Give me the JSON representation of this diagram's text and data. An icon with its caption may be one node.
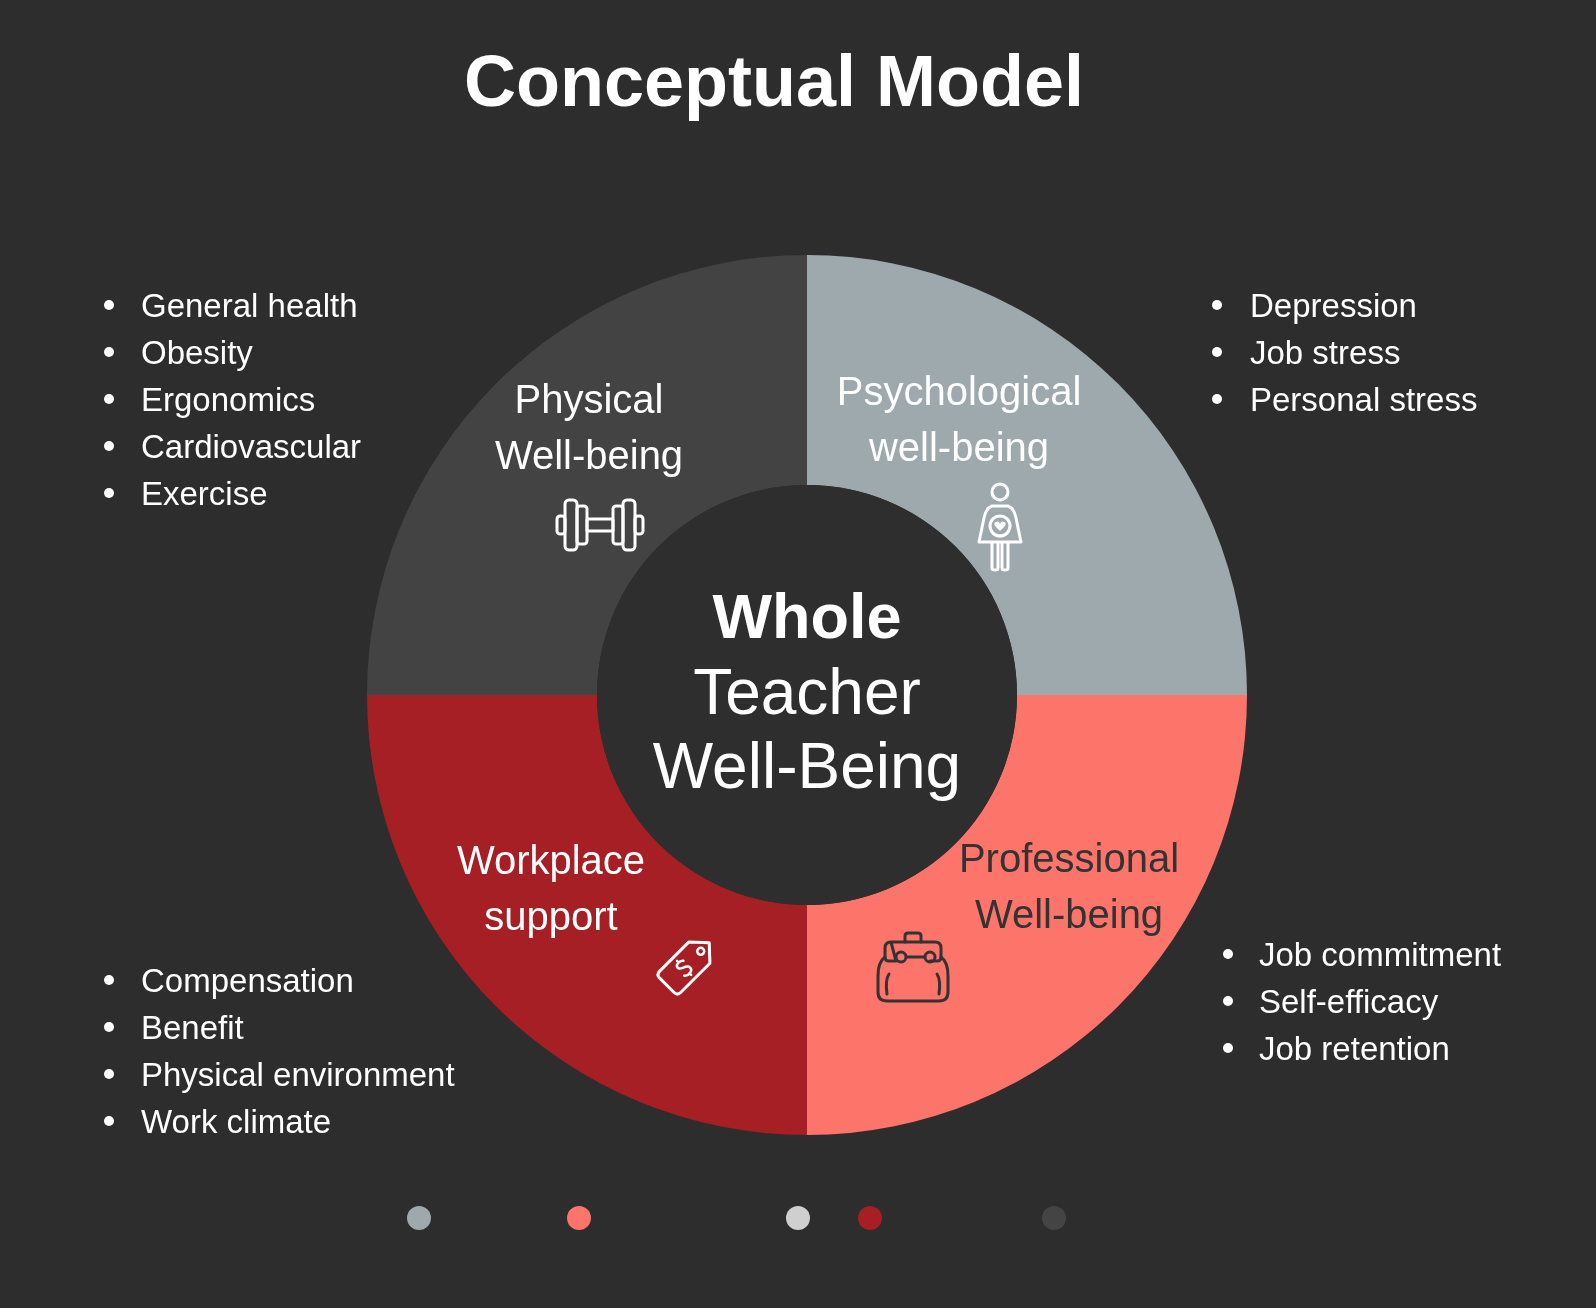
{
  "diagram": {
    "title": "Conceptual Model",
    "nodes": [
      {
        "text": [
          "Physical Well-being"
        ],
        "beside": [
          "General health",
          "Obesity",
          "Ergonomics",
          "Cardiovascular",
          "Exercise"
        ]
      },
      {
        "text": [
          "Psychological well-being"
        ],
        "beside": [
          "Depression",
          "Job stress",
          "Personal stress"
        ]
      },
      {
        "text": [
          "Whole",
          "Teacher Well-Being"
        ]
      },
      {
        "text": [
          "Workplace support"
        ],
        "beside": [
          "Compensation",
          "Benefit",
          "Physical environment",
          "Work climate"
        ]
      },
      {
        "text": [
          "Professional Well-being"
        ],
        "beside": [
          "Job commitment",
          "Self-efficacy",
          "Job retention"
        ]
      }
    ]
  }
}
